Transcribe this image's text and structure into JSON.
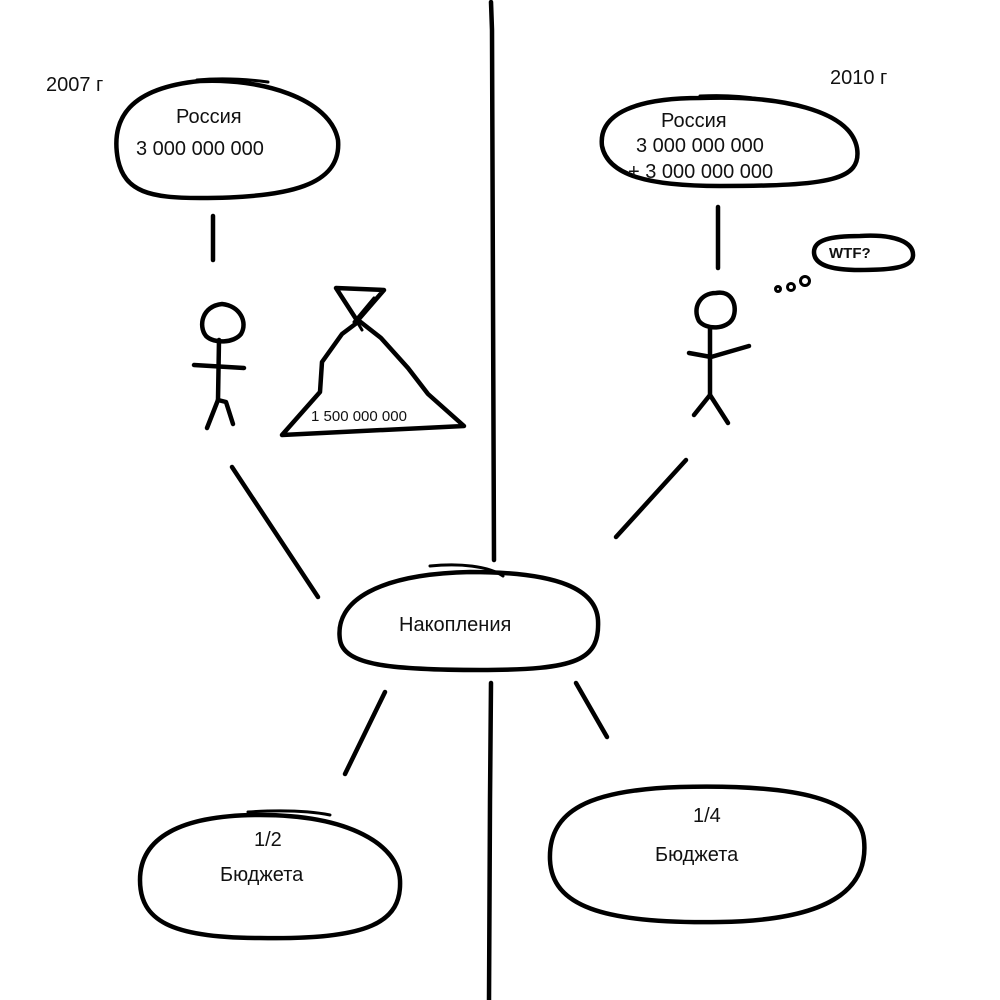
{
  "left": {
    "year": "2007 г",
    "country_bubble": {
      "country": "Россия",
      "amount": "3 000 000 000"
    },
    "money_pile": {
      "amount": "1 500 000 000"
    },
    "budget_bubble": {
      "fraction": "1/2",
      "label": "Бюджета"
    }
  },
  "right": {
    "year": "2010 г",
    "country_bubble": {
      "country": "Россия",
      "amount": "3 000 000 000",
      "extra": "+ 3 000 000 000"
    },
    "thought_bubble": {
      "text": "WTF?"
    },
    "budget_bubble": {
      "fraction": "1/4",
      "label": "Бюджета"
    }
  },
  "center_bubble": {
    "label": "Накопления"
  }
}
